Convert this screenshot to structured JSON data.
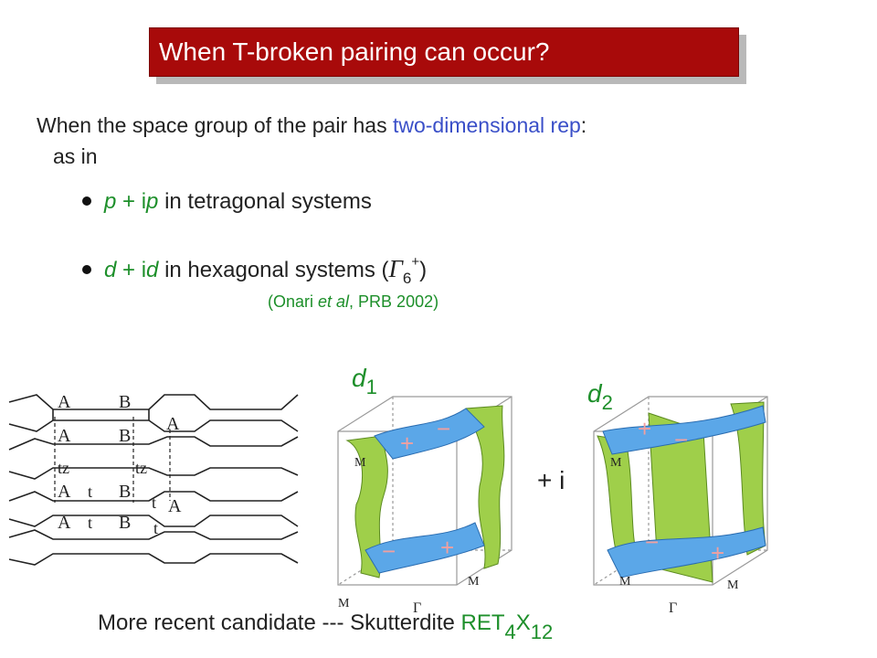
{
  "title": "When T-broken pairing can occur?",
  "intro": {
    "line1_start": "When the space group of the pair has ",
    "line1_highlight": "two-dimensional rep",
    "line1_end": ":",
    "line2": "as in"
  },
  "bullet1": {
    "a": "p",
    "plus": " + i",
    "b": "p",
    "rest": " in tetragonal systems"
  },
  "bullet2": {
    "a": "d",
    "plus": " + i",
    "b": "d",
    "rest": " in hexagonal systems (",
    "gamma": "Γ",
    "gamma_sub": "6",
    "gamma_sup": "+",
    "close": ")"
  },
  "reference": {
    "open": "(Onari ",
    "italic": "et al",
    "rest": ", PRB 2002)"
  },
  "lattice_labels": {
    "A": "A",
    "B": "B",
    "t": "t",
    "tz": "tz"
  },
  "fs_labels": {
    "d1": "d",
    "d1_sub": "1",
    "d2": "d",
    "d2_sub": "2",
    "plus_i": "+ i",
    "M": "M",
    "Gamma": "Γ",
    "plus": "+",
    "minus": "−"
  },
  "recent": {
    "text": "More recent candidate --- Skutterdite ",
    "re": "RET",
    "sub1": "4",
    "x": "X",
    "sub2": "12"
  },
  "colors": {
    "title_bg": "#a80a0a",
    "blue_text": "#3a4fc8",
    "green_text": "#1d8f2a",
    "fs_green": "#9fcf4a",
    "fs_blue": "#5ba7e8"
  }
}
